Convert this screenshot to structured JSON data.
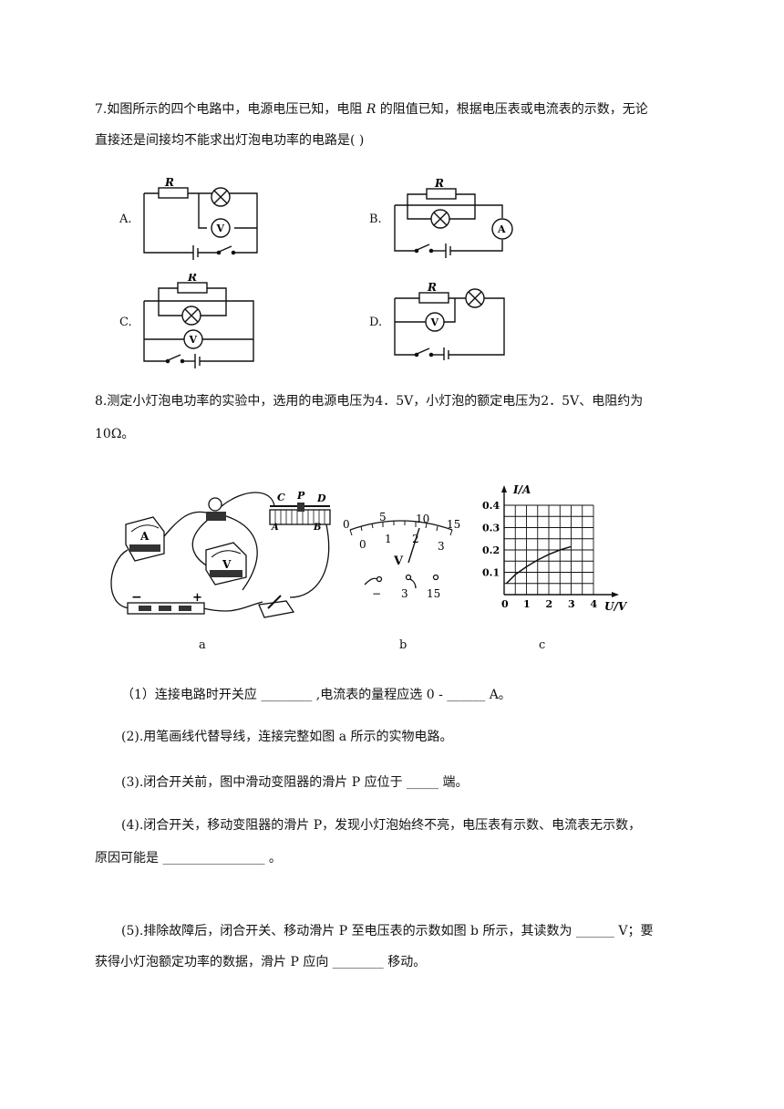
{
  "q7": {
    "line1_pre": "7.如图所示的四个电路中，电源电压已知，电阻 ",
    "line1_R": "R",
    "line1_post": " 的阻值已知，根据电压表或电流表的示数，无论",
    "line2": "直接还是间接均不能求出灯泡电功率的电路是(    )",
    "options": [
      {
        "label": "A.",
        "r": "R",
        "meter": "V"
      },
      {
        "label": "B.",
        "r": "R",
        "meter": "A"
      },
      {
        "label": "C.",
        "r": "R",
        "meter": "V"
      },
      {
        "label": "D.",
        "r": "R",
        "meter": "V"
      }
    ]
  },
  "q8": {
    "line1": "8.测定小灯泡电功率的实验中，选用的电源电压为4．5V，小灯泡的额定电压为2．5V、电阻约为",
    "line2": "10Ω。",
    "fig_a": {
      "caption": "a",
      "ammeter": "A",
      "voltmeter": "V",
      "rheostat": [
        "C",
        "P",
        "D",
        "A",
        "B"
      ],
      "battery_neg": "−",
      "battery_pos": "+"
    },
    "fig_b": {
      "caption": "b",
      "upper_scale": [
        "0",
        "5",
        "10",
        "15"
      ],
      "lower_scale": [
        "0",
        "1",
        "2",
        "3"
      ],
      "unit": "V",
      "terminals": [
        "−",
        "3",
        "15"
      ]
    },
    "fig_c": {
      "caption": "c",
      "ylabel": "I/A",
      "xlabel": "U/V",
      "yticks": [
        "0.1",
        "0.2",
        "0.3",
        "0.4"
      ],
      "xticks": [
        "0",
        "1",
        "2",
        "3",
        "4"
      ]
    },
    "sub1": "（1）连接电路时开关应 ________ ,电流表的量程应选 0 - ______ A。",
    "sub2": "(2).用笔画线代替导线，连接完整如图 a 所示的实物电路。",
    "sub3": "(3).闭合开关前，图中滑动变阻器的滑片 P 应位于 _____ 端。",
    "sub4_line1": "(4).闭合开关，移动变阻器的滑片 P，发现小灯泡始终不亮，电压表有示数、电流表无示数，",
    "sub4_line2": "原因可能是 ________________ 。",
    "sub5_line1": "(5).排除故障后，闭合开关、移动滑片 P 至电压表的示数如图 b 所示，其读数为 ______ V；要",
    "sub5_line2": "获得小灯泡额定功率的数据，滑片 P 应向 ________ 移动。"
  },
  "chart_data": {
    "type": "line",
    "title": "",
    "xlabel": "U/V",
    "ylabel": "I/A",
    "xlim": [
      0,
      4
    ],
    "ylim": [
      0,
      0.4
    ],
    "grid": true,
    "x": [
      0.1,
      0.5,
      1.0,
      1.5,
      2.0,
      2.5,
      3.0
    ],
    "y": [
      0.05,
      0.09,
      0.125,
      0.155,
      0.18,
      0.2,
      0.215
    ]
  }
}
